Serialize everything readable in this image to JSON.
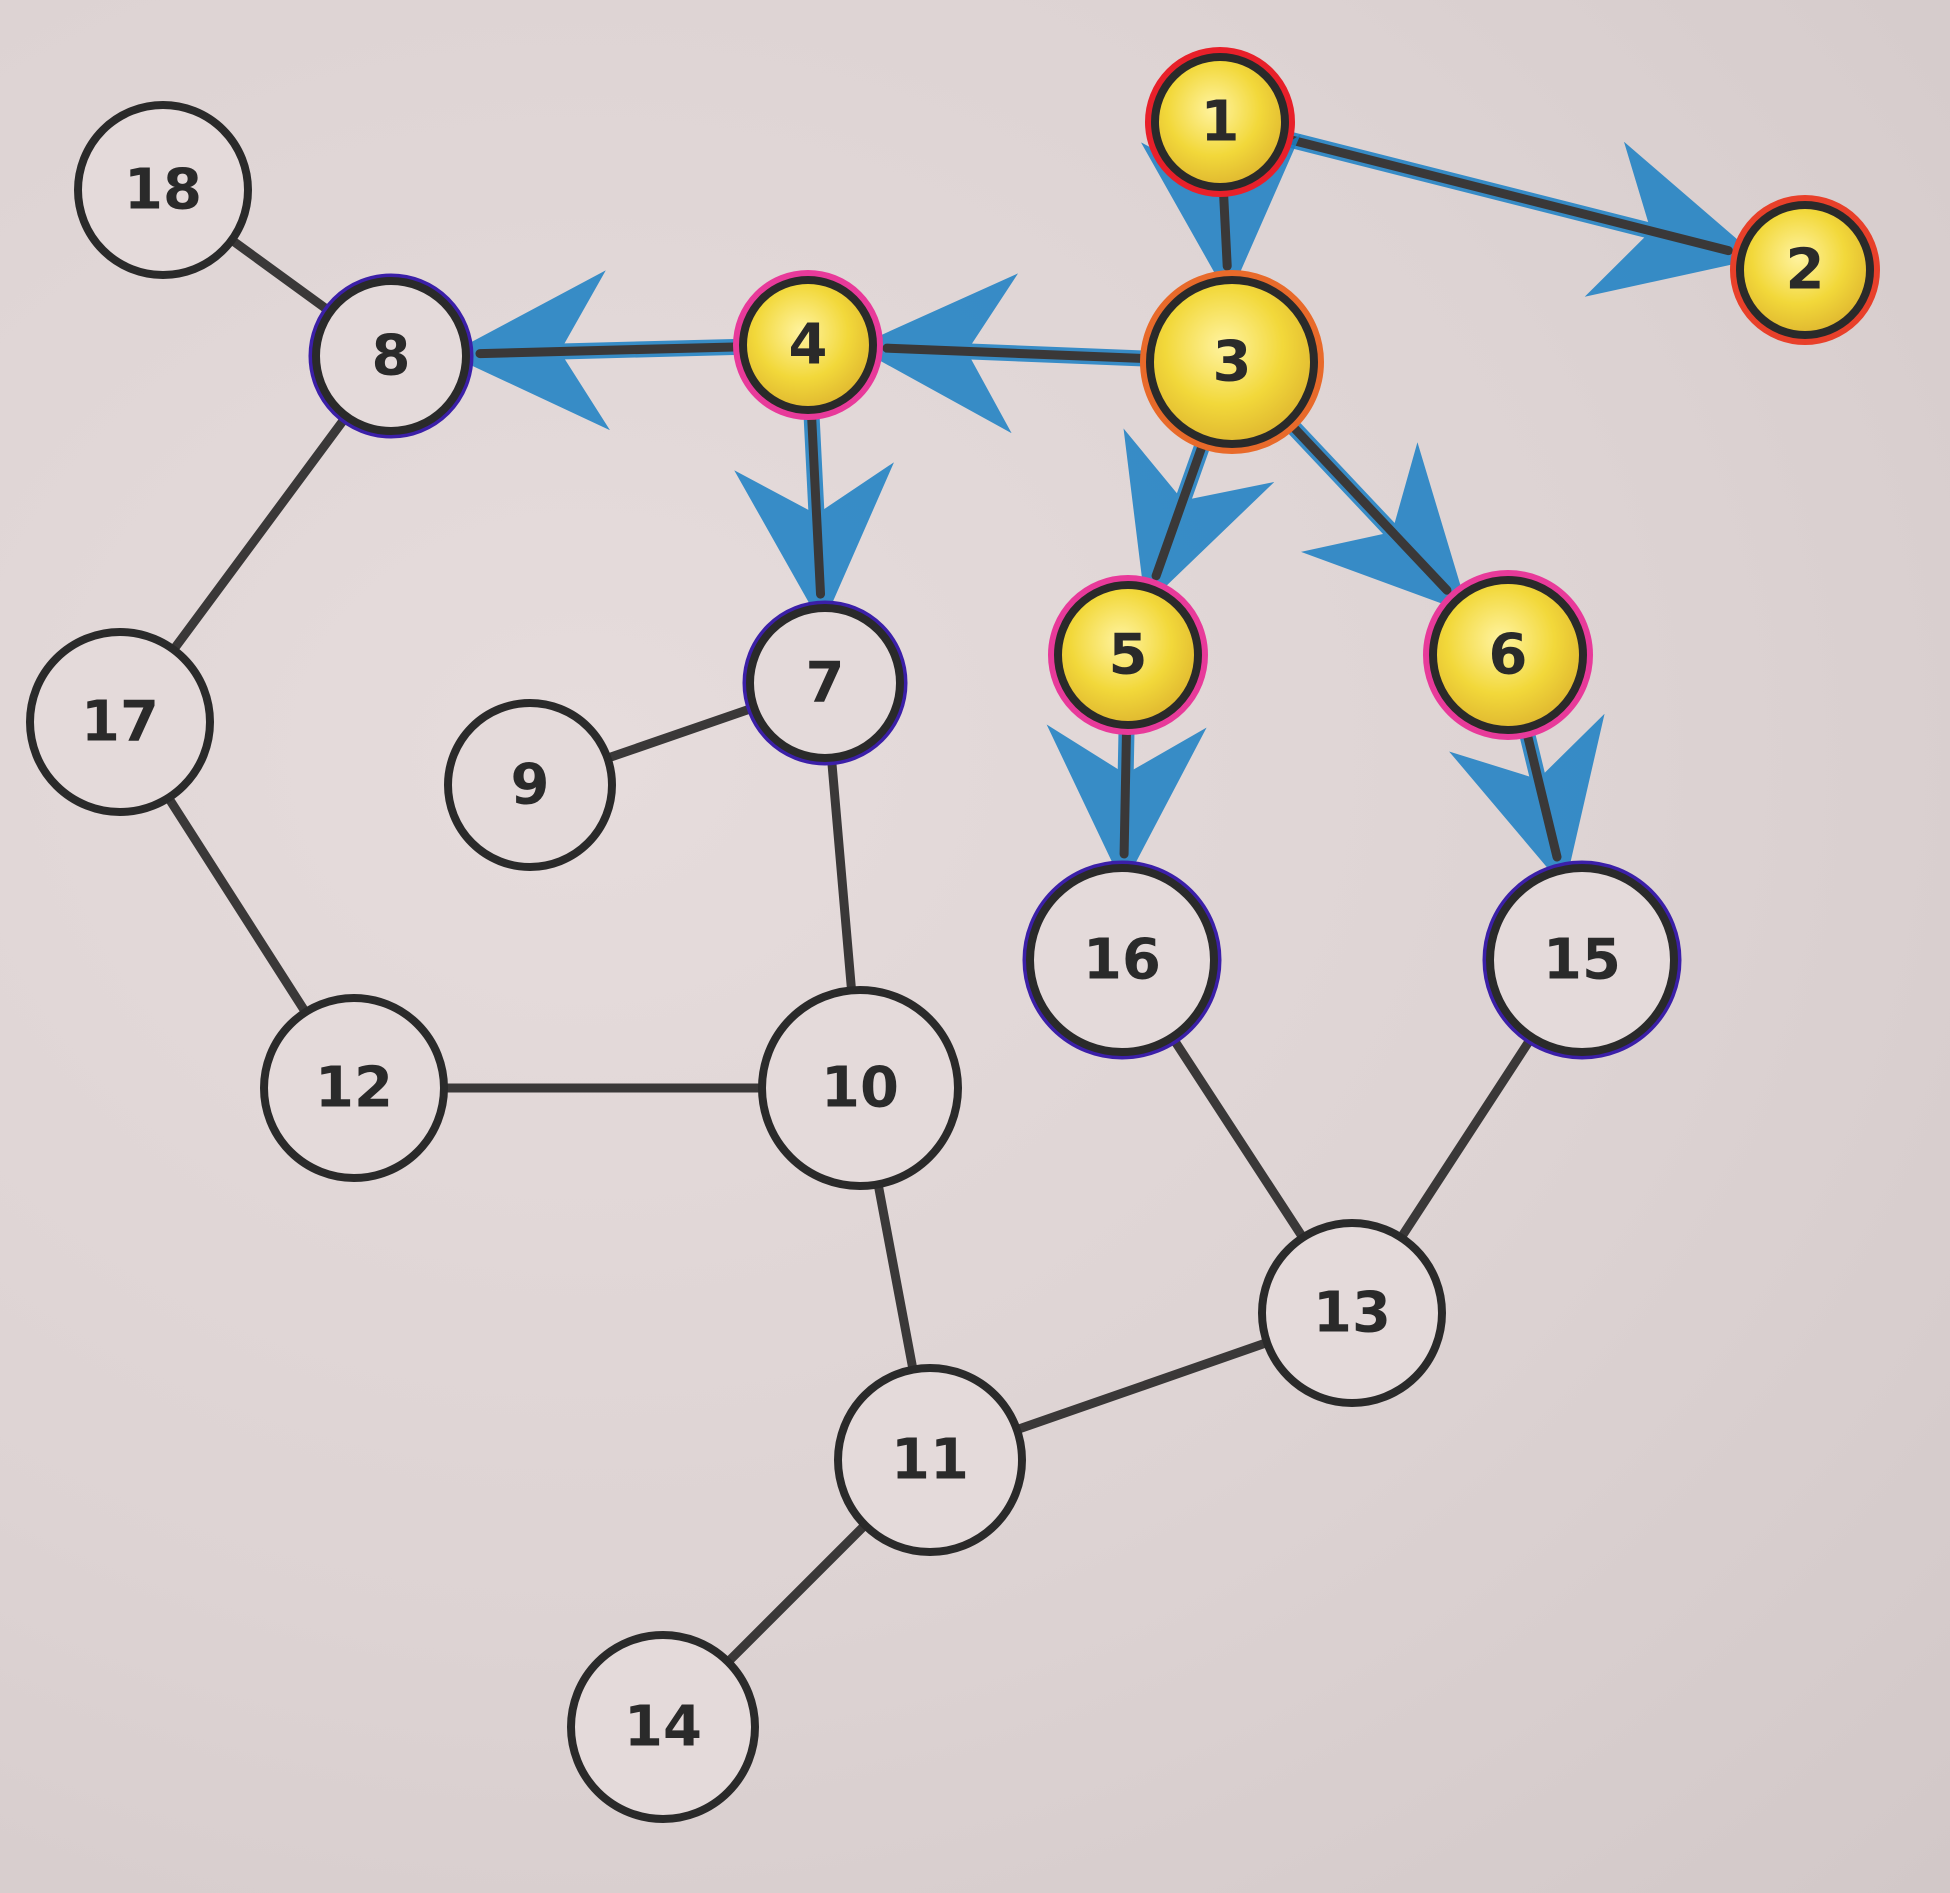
{
  "colors": {
    "paper": "#ddd3d3",
    "ink": "#3a3838",
    "arrow": "#1a7fc4",
    "visited_fill": "#f5e14a",
    "frontier_ring": "#3b1fa8",
    "plain_fill": "#e4dada"
  },
  "nodes": [
    {
      "id": "1",
      "label": "1",
      "state": "visited",
      "ring": "#e8202a"
    },
    {
      "id": "2",
      "label": "2",
      "state": "visited",
      "ring": "#e8402a"
    },
    {
      "id": "3",
      "label": "3",
      "state": "visited",
      "ring": "#e86a2a"
    },
    {
      "id": "4",
      "label": "4",
      "state": "visited",
      "ring": "#e83a9a"
    },
    {
      "id": "5",
      "label": "5",
      "state": "visited",
      "ring": "#e83a9a"
    },
    {
      "id": "6",
      "label": "6",
      "state": "visited",
      "ring": "#e83a9a"
    },
    {
      "id": "7",
      "label": "7",
      "state": "frontier",
      "ring": "#3b1fa8"
    },
    {
      "id": "8",
      "label": "8",
      "state": "frontier",
      "ring": "#3b1fa8"
    },
    {
      "id": "9",
      "label": "9",
      "state": "plain",
      "ring": "#2a2a2a"
    },
    {
      "id": "10",
      "label": "10",
      "state": "plain",
      "ring": "#2a2a2a"
    },
    {
      "id": "11",
      "label": "11",
      "state": "plain",
      "ring": "#2a2a2a"
    },
    {
      "id": "12",
      "label": "12",
      "state": "plain",
      "ring": "#2a2a2a"
    },
    {
      "id": "13",
      "label": "13",
      "state": "plain",
      "ring": "#2a2a2a"
    },
    {
      "id": "14",
      "label": "14",
      "state": "plain",
      "ring": "#2a2a2a"
    },
    {
      "id": "15",
      "label": "15",
      "state": "frontier",
      "ring": "#3b1fa8"
    },
    {
      "id": "16",
      "label": "16",
      "state": "frontier",
      "ring": "#3b1fa8"
    },
    {
      "id": "17",
      "label": "17",
      "state": "plain",
      "ring": "#2a2a2a"
    },
    {
      "id": "18",
      "label": "18",
      "state": "plain",
      "ring": "#2a2a2a"
    }
  ],
  "edges": [
    {
      "from": "1",
      "to": "2",
      "directed": true
    },
    {
      "from": "1",
      "to": "3",
      "directed": true
    },
    {
      "from": "3",
      "to": "4",
      "directed": true
    },
    {
      "from": "4",
      "to": "8",
      "directed": true
    },
    {
      "from": "4",
      "to": "7",
      "directed": true
    },
    {
      "from": "3",
      "to": "5",
      "directed": true
    },
    {
      "from": "3",
      "to": "6",
      "directed": true
    },
    {
      "from": "5",
      "to": "16",
      "directed": true
    },
    {
      "from": "6",
      "to": "15",
      "directed": true
    },
    {
      "from": "18",
      "to": "8",
      "directed": false
    },
    {
      "from": "8",
      "to": "17",
      "directed": false
    },
    {
      "from": "17",
      "to": "12",
      "directed": false
    },
    {
      "from": "12",
      "to": "10",
      "directed": false
    },
    {
      "from": "7",
      "to": "9",
      "directed": false
    },
    {
      "from": "7",
      "to": "10",
      "directed": false
    },
    {
      "from": "10",
      "to": "11",
      "directed": false
    },
    {
      "from": "11",
      "to": "13",
      "directed": false
    },
    {
      "from": "11",
      "to": "14",
      "directed": false
    },
    {
      "from": "16",
      "to": "13",
      "directed": false
    },
    {
      "from": "15",
      "to": "13",
      "directed": false
    }
  ]
}
